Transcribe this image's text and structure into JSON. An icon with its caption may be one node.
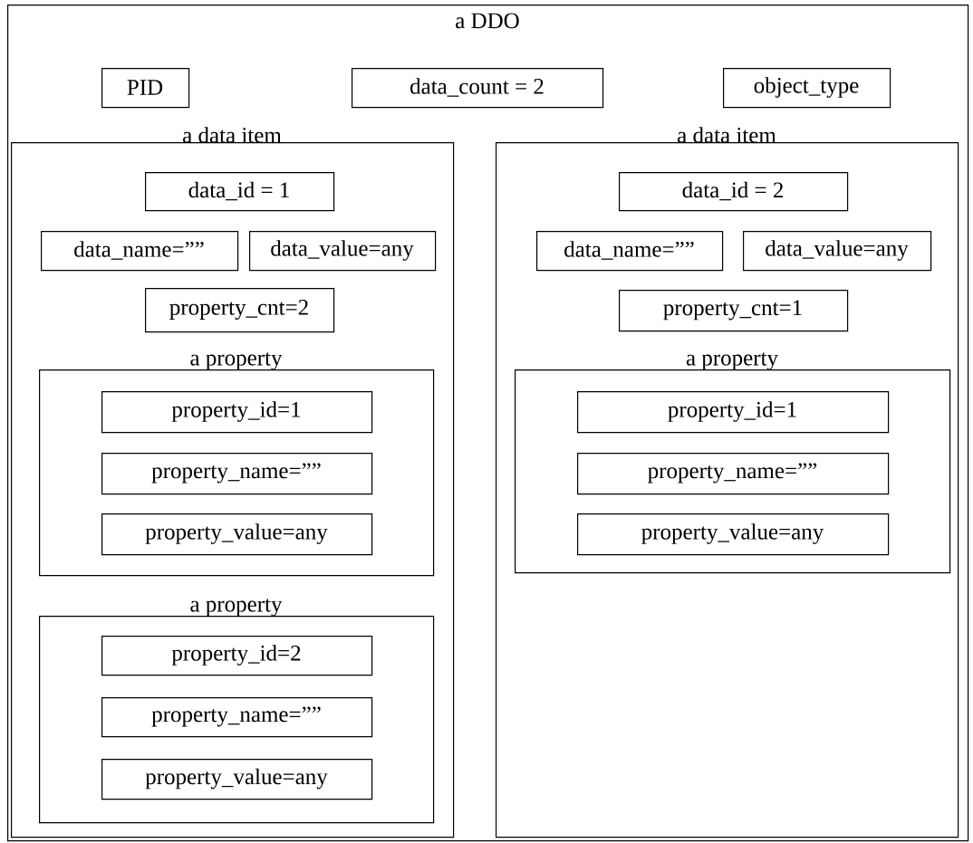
{
  "diagram": {
    "nodes": [
      {
        "text": [
          "a DDO"
        ]
      },
      {
        "text": [
          "PID"
        ],
        "in": 0
      },
      {
        "text": [
          "data_count = 2"
        ],
        "in": 0
      },
      {
        "text": [
          "object_type"
        ],
        "in": 0
      },
      {
        "text": [
          "a data item"
        ],
        "in": 0
      },
      {
        "text": [
          "data_id = 1"
        ],
        "in": 4
      },
      {
        "text": [
          "data_name=””"
        ],
        "in": 4
      },
      {
        "text": [
          "data_value=any"
        ],
        "in": 4
      },
      {
        "text": [
          "property_cnt=2"
        ],
        "in": 4
      },
      {
        "text": [
          "a property"
        ],
        "in": 4
      },
      {
        "text": [
          "property_id=1"
        ],
        "in": 9
      },
      {
        "text": [
          "property_name=””"
        ],
        "in": 9
      },
      {
        "text": [
          "property_value=any"
        ],
        "in": 9
      },
      {
        "text": [
          "a property"
        ],
        "in": 4
      },
      {
        "text": [
          "property_id=2"
        ],
        "in": 13
      },
      {
        "text": [
          "property_name=””"
        ],
        "in": 13
      },
      {
        "text": [
          "property_value=any"
        ],
        "in": 13
      },
      {
        "text": [
          "a data item"
        ],
        "in": 0
      },
      {
        "text": [
          "data_id = 2"
        ],
        "in": 17
      },
      {
        "text": [
          "data_name=””"
        ],
        "in": 17
      },
      {
        "text": [
          "data_value=any"
        ],
        "in": 17
      },
      {
        "text": [
          "property_cnt=1"
        ],
        "in": 17
      },
      {
        "text": [
          "a property"
        ],
        "in": 17
      },
      {
        "text": [
          "property_id=1"
        ],
        "in": 22
      },
      {
        "text": [
          "property_name=””"
        ],
        "in": 22
      },
      {
        "text": [
          "property_value=any"
        ],
        "in": 22
      }
    ]
  }
}
